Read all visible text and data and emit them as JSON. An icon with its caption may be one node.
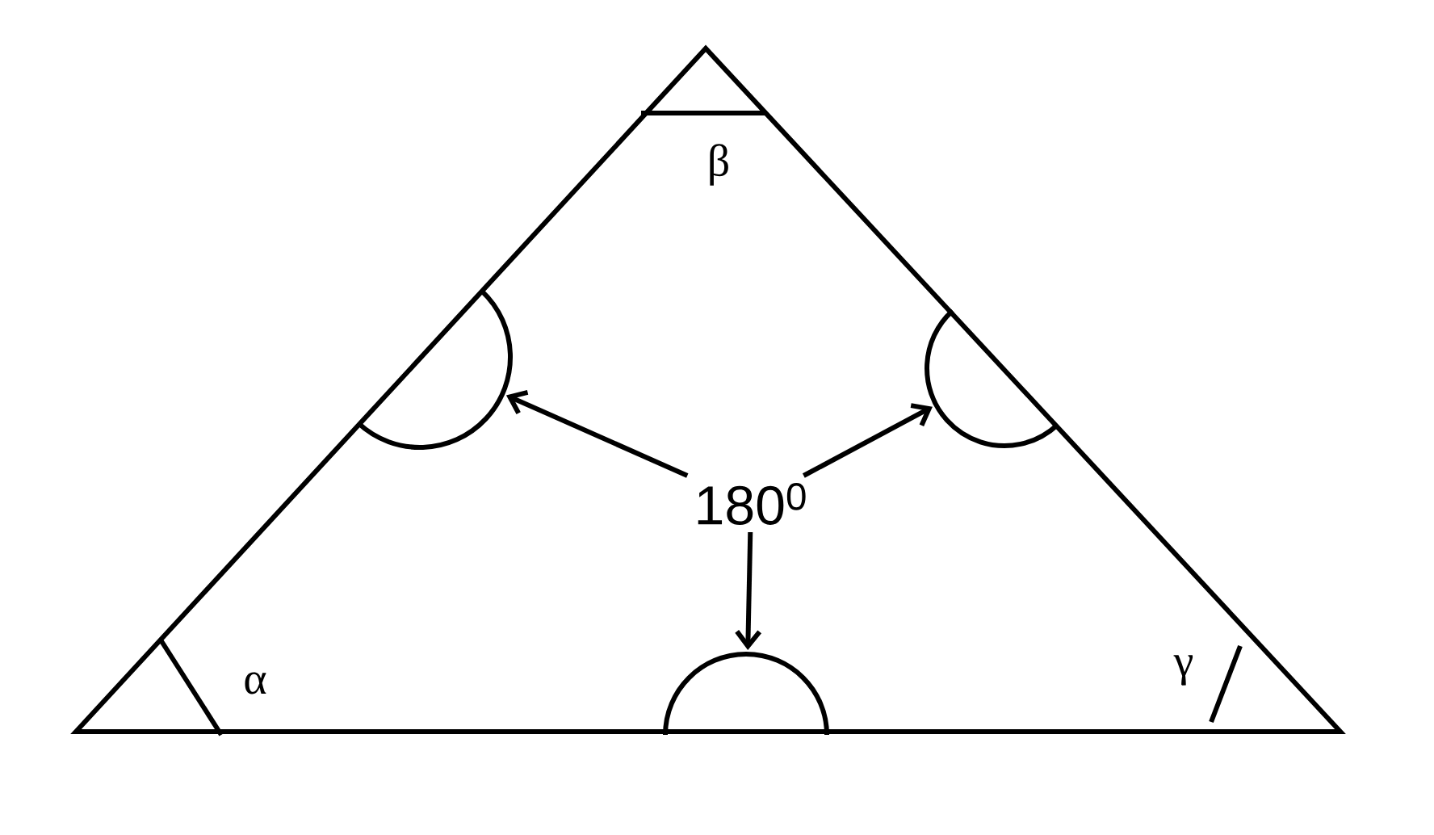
{
  "diagram": {
    "nodes": [
      {
        "text": [
          "180$^{0}$"
        ]
      },
      {
        "text": [],
        "shape": "semicircle"
      },
      {
        "text": [],
        "shape": "semicircle"
      },
      {
        "text": [],
        "shape": "semicircle"
      }
    ],
    "edges": [
      {
        "from": 0,
        "to": 1,
        "arrow": "to"
      },
      {
        "from": 0,
        "to": 2,
        "arrow": "to"
      },
      {
        "from": 0,
        "to": 3,
        "arrow": "to"
      }
    ],
    "labels": [
      "β",
      "α",
      "γ"
    ]
  }
}
